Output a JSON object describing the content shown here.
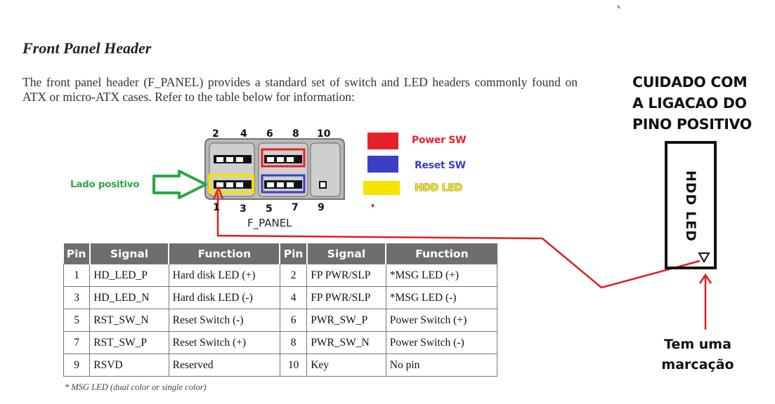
{
  "section_title": "Front Panel Header",
  "intro_text": "The front panel header (F_PANEL) provides a standard set of switch and LED headers commonly found on ATX or micro-ATX cases. Refer to the table below for information:",
  "warning_lines": [
    "CUIDADO COM",
    "A LIGACAO DO",
    "PINO POSITIVO"
  ],
  "diagram": {
    "top_pins": [
      "2",
      "4",
      "6",
      "8",
      "10"
    ],
    "bottom_pins": [
      "1",
      "3",
      "5",
      "7",
      "9"
    ],
    "connector_label": "F_PANEL",
    "positive_side_label": "Lado positivo"
  },
  "legend": [
    {
      "label": "Power SW",
      "color": "#e8202a"
    },
    {
      "label": "Reset SW",
      "color": "#3a3fc4"
    },
    {
      "label": "HDD LED",
      "color": "#f5e400"
    }
  ],
  "hdd_box_label": "HDD LED",
  "marking_note": [
    "Tem uma",
    "marcação"
  ],
  "colors": {
    "arrow_red": "#e01e1e",
    "positive_green": "#2aa843",
    "table_header": "#6e6e6e"
  },
  "table": {
    "headers": [
      "Pin",
      "Signal",
      "Function",
      "Pin",
      "Signal",
      "Function"
    ],
    "rows": [
      [
        "1",
        "HD_LED_P",
        "Hard disk LED (+)",
        "2",
        "FP PWR/SLP",
        "*MSG LED (+)"
      ],
      [
        "3",
        "HD_LED_N",
        "Hard disk LED (-)",
        "4",
        "FP PWR/SLP",
        "*MSG LED (-)"
      ],
      [
        "5",
        "RST_SW_N",
        "Reset Switch (-)",
        "6",
        "PWR_SW_P",
        "Power Switch (+)"
      ],
      [
        "7",
        "RST_SW_P",
        "Reset Switch (+)",
        "8",
        "PWR_SW_N",
        "Power Switch (-)"
      ],
      [
        "9",
        "RSVD",
        "Reserved",
        "10",
        "Key",
        "No pin"
      ]
    ]
  },
  "footnote": "* MSG LED (dual color or single color)"
}
